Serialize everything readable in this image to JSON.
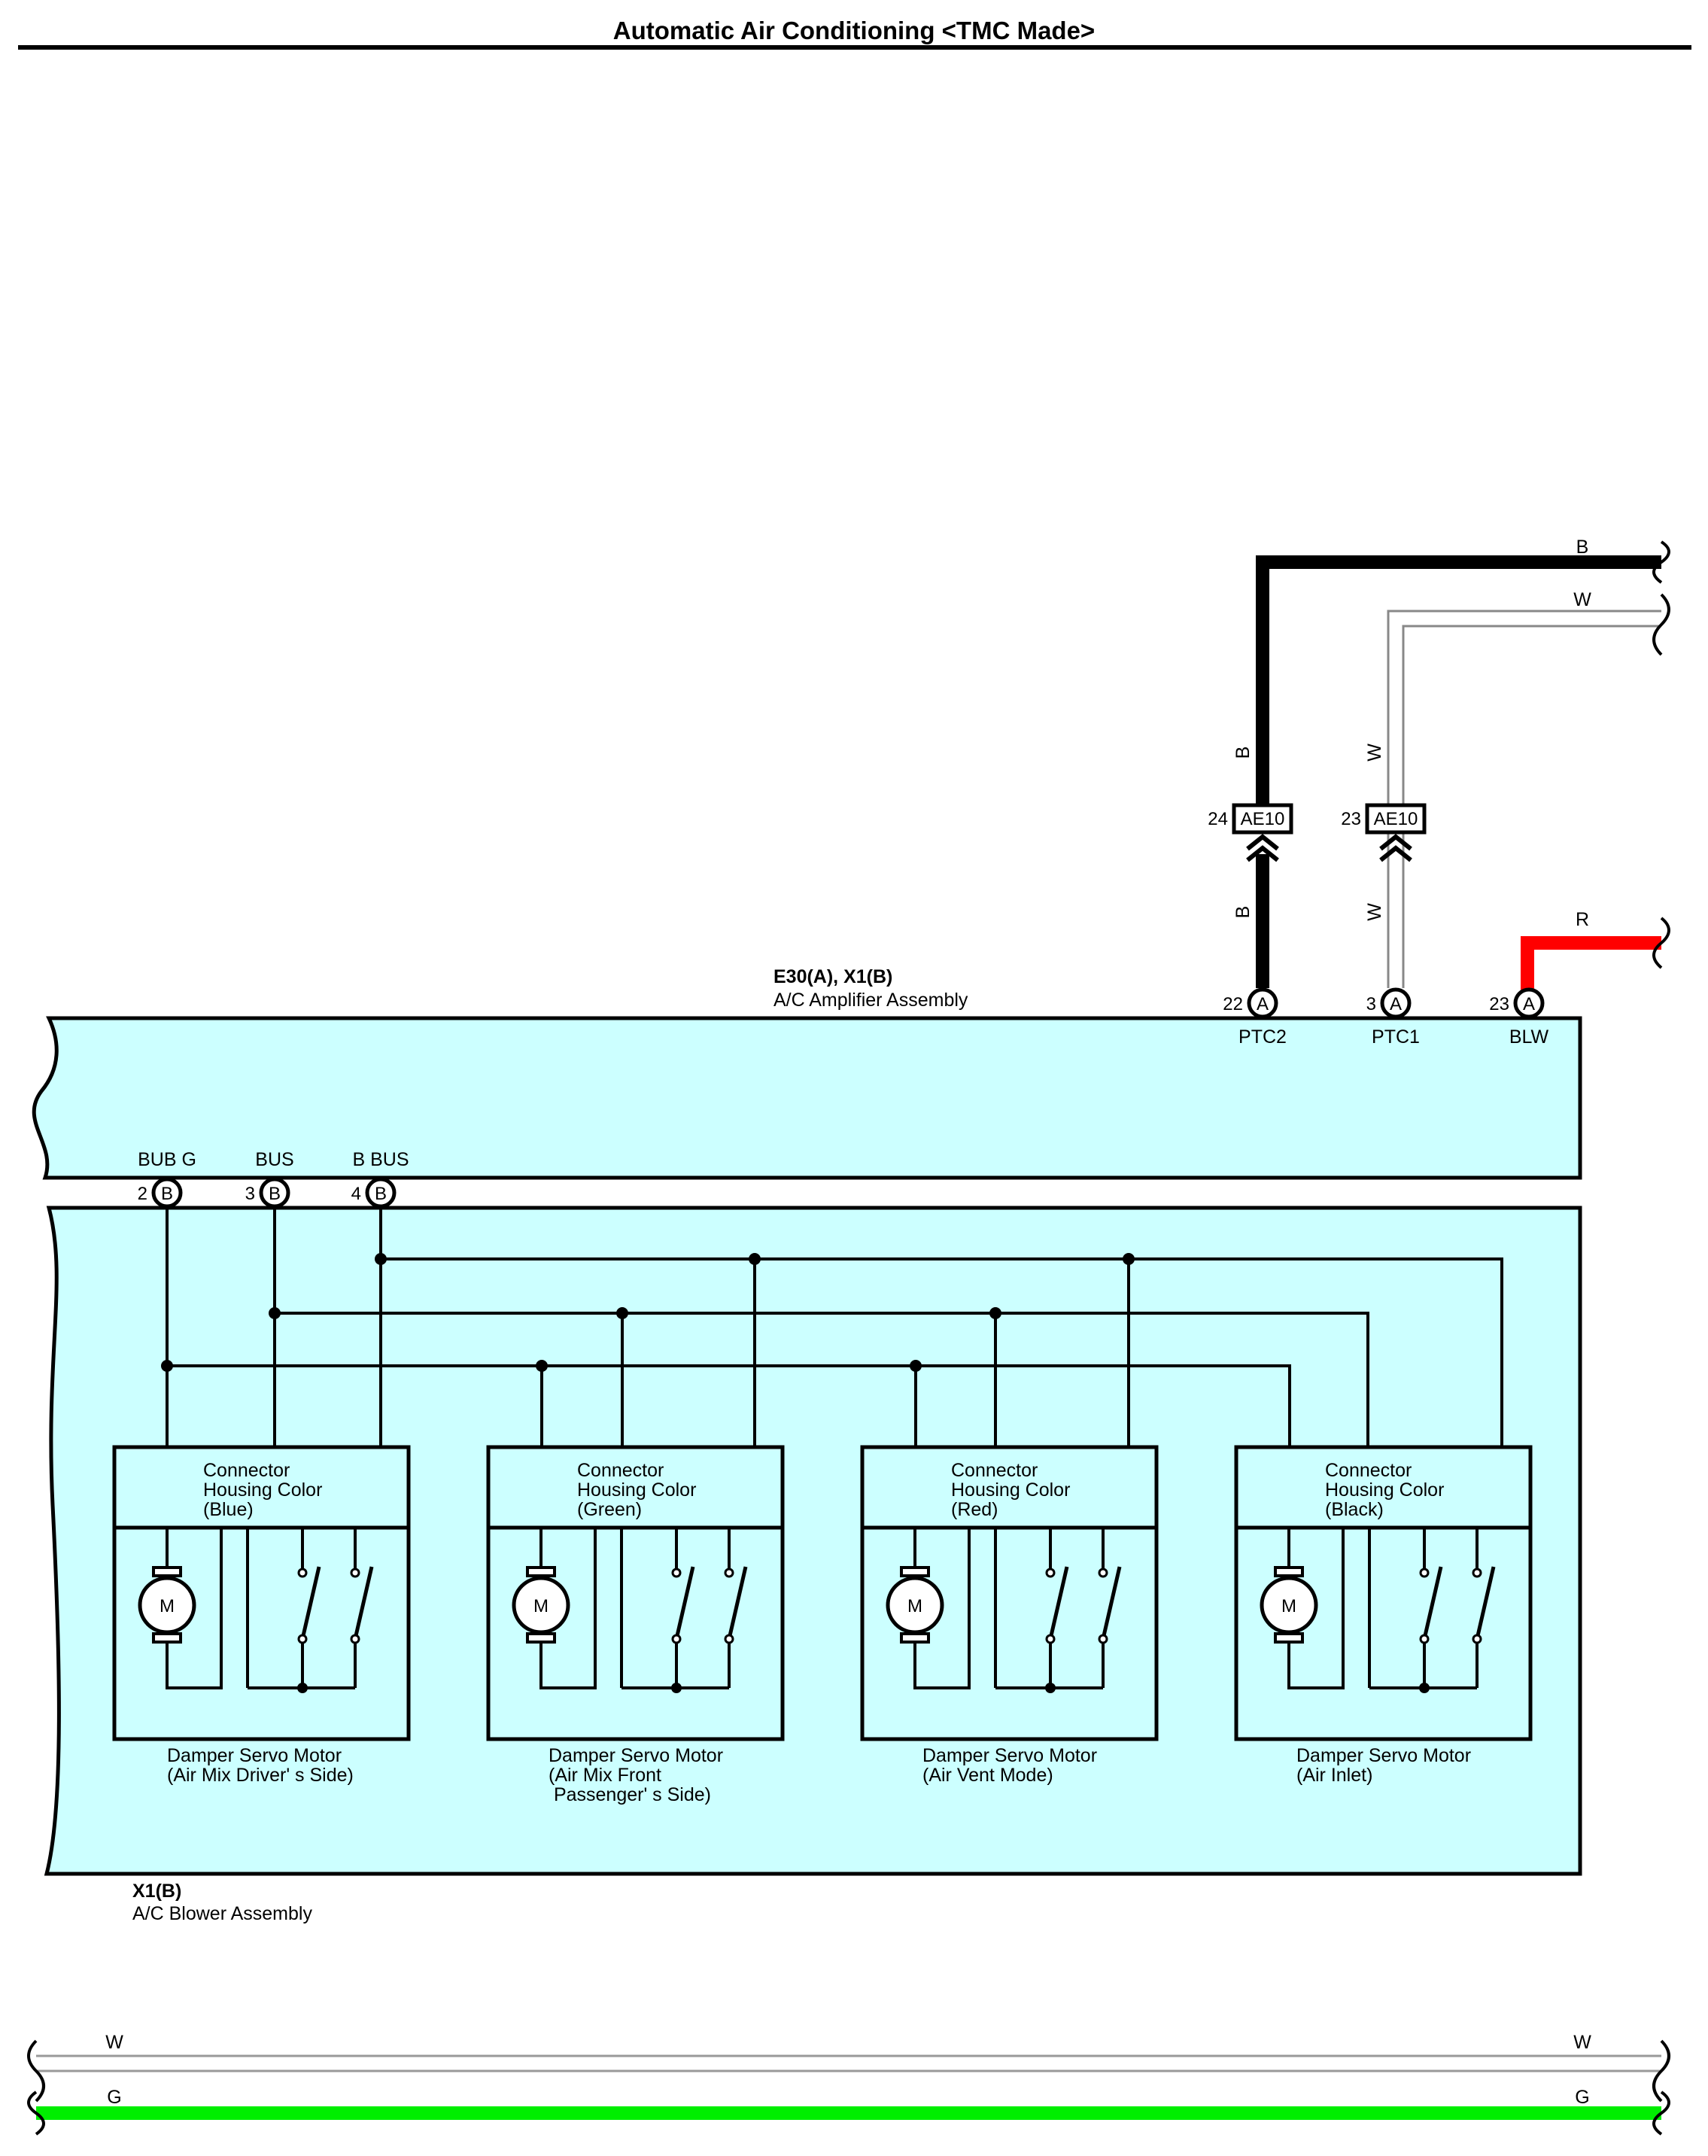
{
  "title": "Automatic Air Conditioning <TMC Made>",
  "colors": {
    "assembly_fill": "#ccffff",
    "wire_black": "#000000",
    "wire_red": "#ff0000",
    "wire_green": "#00ee00",
    "wire_white": "#999999"
  },
  "amplifier": {
    "code": "E30(A), X1(B)",
    "name": "A/C Amplifier Assembly",
    "top_pins": [
      {
        "num": "22",
        "conn": "A",
        "signal": "PTC2"
      },
      {
        "num": "3",
        "conn": "A",
        "signal": "PTC1"
      },
      {
        "num": "23",
        "conn": "A",
        "signal": "BLW"
      }
    ],
    "bottom_pins": [
      {
        "num": "2",
        "conn": "B",
        "signal": "BUB G"
      },
      {
        "num": "3",
        "conn": "B",
        "signal": "BUS"
      },
      {
        "num": "4",
        "conn": "B",
        "signal": "B BUS"
      }
    ]
  },
  "junctions": [
    {
      "num": "24",
      "code": "AE10",
      "wire_above": "B",
      "wire_below": "B"
    },
    {
      "num": "23",
      "code": "AE10",
      "wire_above": "W",
      "wire_below": "W"
    }
  ],
  "right_wires": {
    "w1": "B",
    "w2": "W",
    "w3": "R"
  },
  "blower": {
    "code": "X1(B)",
    "name": "A/C Blower Assembly"
  },
  "motors": [
    {
      "conn_lines": [
        "Connector",
        "Housing Color",
        "(Blue)"
      ],
      "name_lines": [
        "Damper Servo Motor",
        "(Air Mix Driver' s Side)"
      ],
      "motor_symbol": "M"
    },
    {
      "conn_lines": [
        "Connector",
        "Housing Color",
        "(Green)"
      ],
      "name_lines": [
        "Damper Servo Motor",
        "(Air Mix Front",
        " Passenger' s Side)"
      ],
      "motor_symbol": "M"
    },
    {
      "conn_lines": [
        "Connector",
        "Housing Color",
        "(Red)"
      ],
      "name_lines": [
        "Damper Servo Motor",
        "(Air Vent Mode)"
      ],
      "motor_symbol": "M"
    },
    {
      "conn_lines": [
        "Connector",
        "Housing Color",
        "(Black)"
      ],
      "name_lines": [
        "Damper Servo Motor",
        "(Air Inlet)"
      ],
      "motor_symbol": "M"
    }
  ],
  "bottom_wires": {
    "left_w": "W",
    "left_g": "G",
    "right_w": "W",
    "right_g": "G"
  }
}
